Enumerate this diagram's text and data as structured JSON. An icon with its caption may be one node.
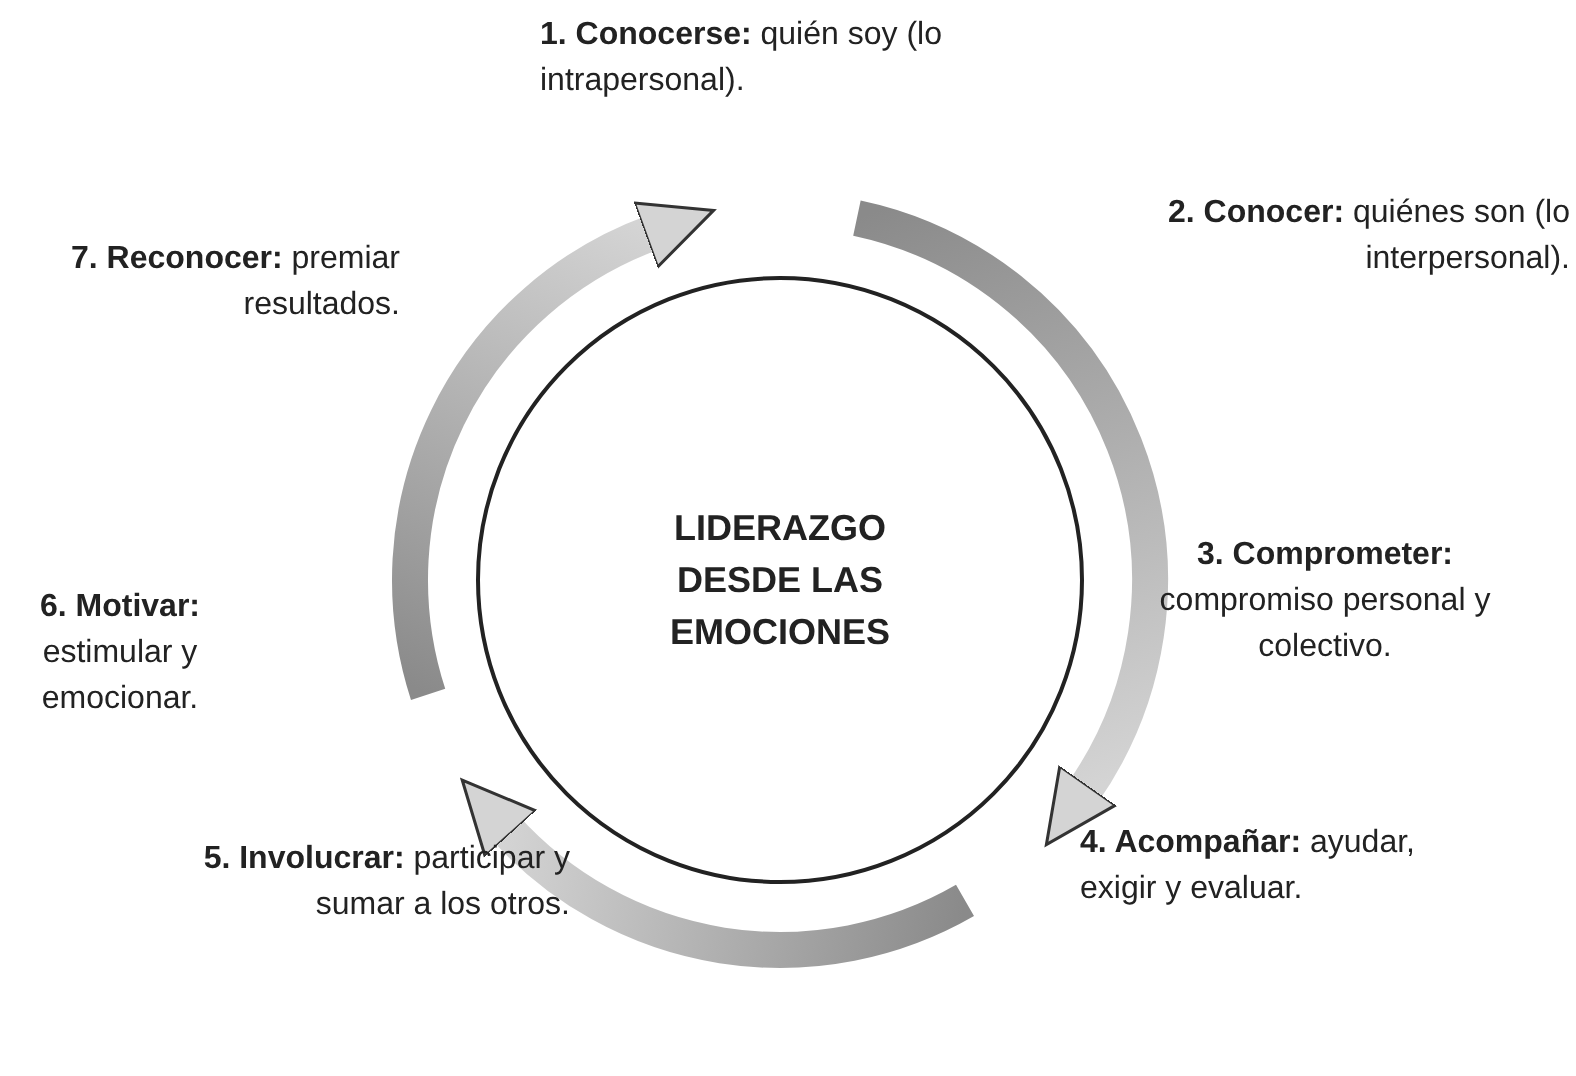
{
  "diagram": {
    "nodes": [
      {
        "text": [
          "LIDERAZGO DESDE LAS EMOCIONES"
        ]
      },
      {
        "text": [
          "**1. Conocerse:** quién soy (lo intrapersonal)."
        ]
      },
      {
        "text": [
          "**2. Conocer:** quiénes son (lo interpersonal)."
        ]
      },
      {
        "text": [
          "**3. Comprometer:** compromiso personal y colectivo."
        ]
      },
      {
        "text": [
          "**4. Acompañar:** ayudar, exigir y evaluar."
        ]
      },
      {
        "text": [
          "**5. Involucrar:** participar y sumar a los otros."
        ]
      },
      {
        "text": [
          "**6. Motivar:** estimular y emocionar."
        ]
      },
      {
        "text": [
          "**7. Reconocer:** premiar resultados."
        ]
      }
    ]
  }
}
